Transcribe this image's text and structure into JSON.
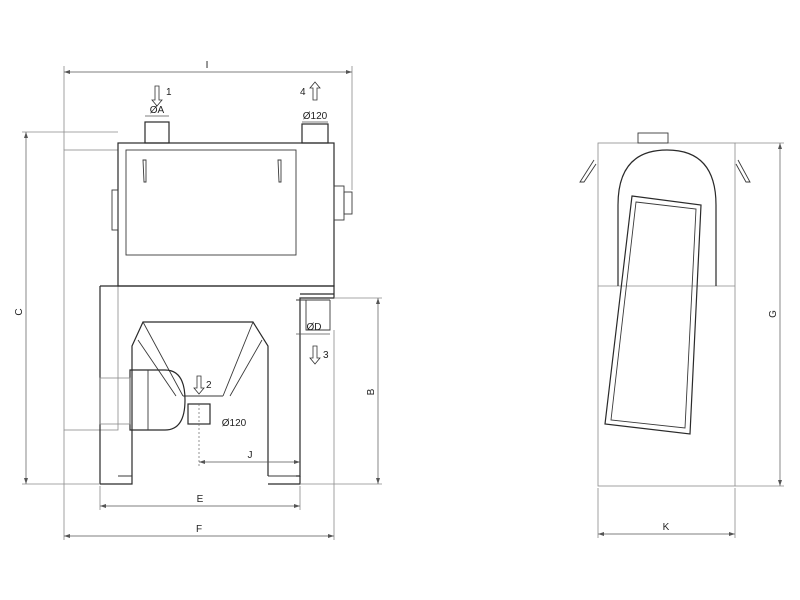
{
  "dimensions": {
    "A": "ØA",
    "120_top": "Ø120",
    "120_bottom": "Ø120",
    "D": "ØD",
    "B": "B",
    "C": "C",
    "E": "E",
    "F": "F",
    "G": "G",
    "I": "I",
    "J": "J",
    "K": "K"
  },
  "flows": {
    "in1": "1",
    "out2": "2",
    "out3": "3",
    "out4": "4"
  }
}
